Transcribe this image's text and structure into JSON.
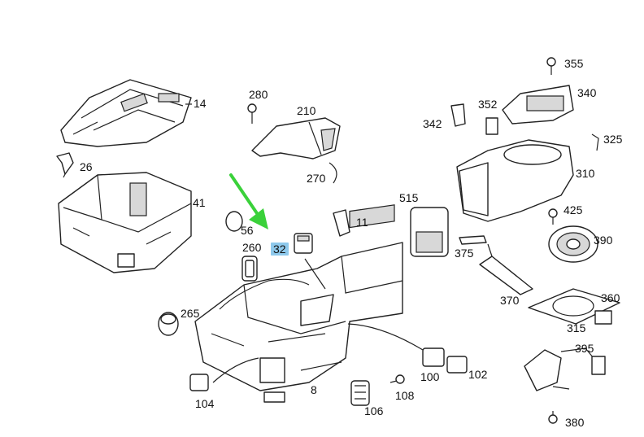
{
  "callouts": {
    "p14": "14",
    "p26": "26",
    "p41": "41",
    "p280": "280",
    "p210": "210",
    "p270": "270",
    "p56": "56",
    "p260": "260",
    "p32": "32",
    "p11": "11",
    "p265": "265",
    "p104": "104",
    "p8": "8",
    "p106": "106",
    "p108": "108",
    "p100": "100",
    "p102": "102",
    "p515": "515",
    "p375": "375",
    "p370": "370",
    "p355": "355",
    "p340": "340",
    "p352": "352",
    "p342": "342",
    "p325": "325",
    "p310": "310",
    "p425": "425",
    "p390": "390",
    "p360": "360",
    "p315": "315",
    "p395": "395",
    "p380": "380"
  },
  "highlight": {
    "callout": "32",
    "color": "#8ec9ec",
    "arrow_color": "#3ad13a"
  }
}
